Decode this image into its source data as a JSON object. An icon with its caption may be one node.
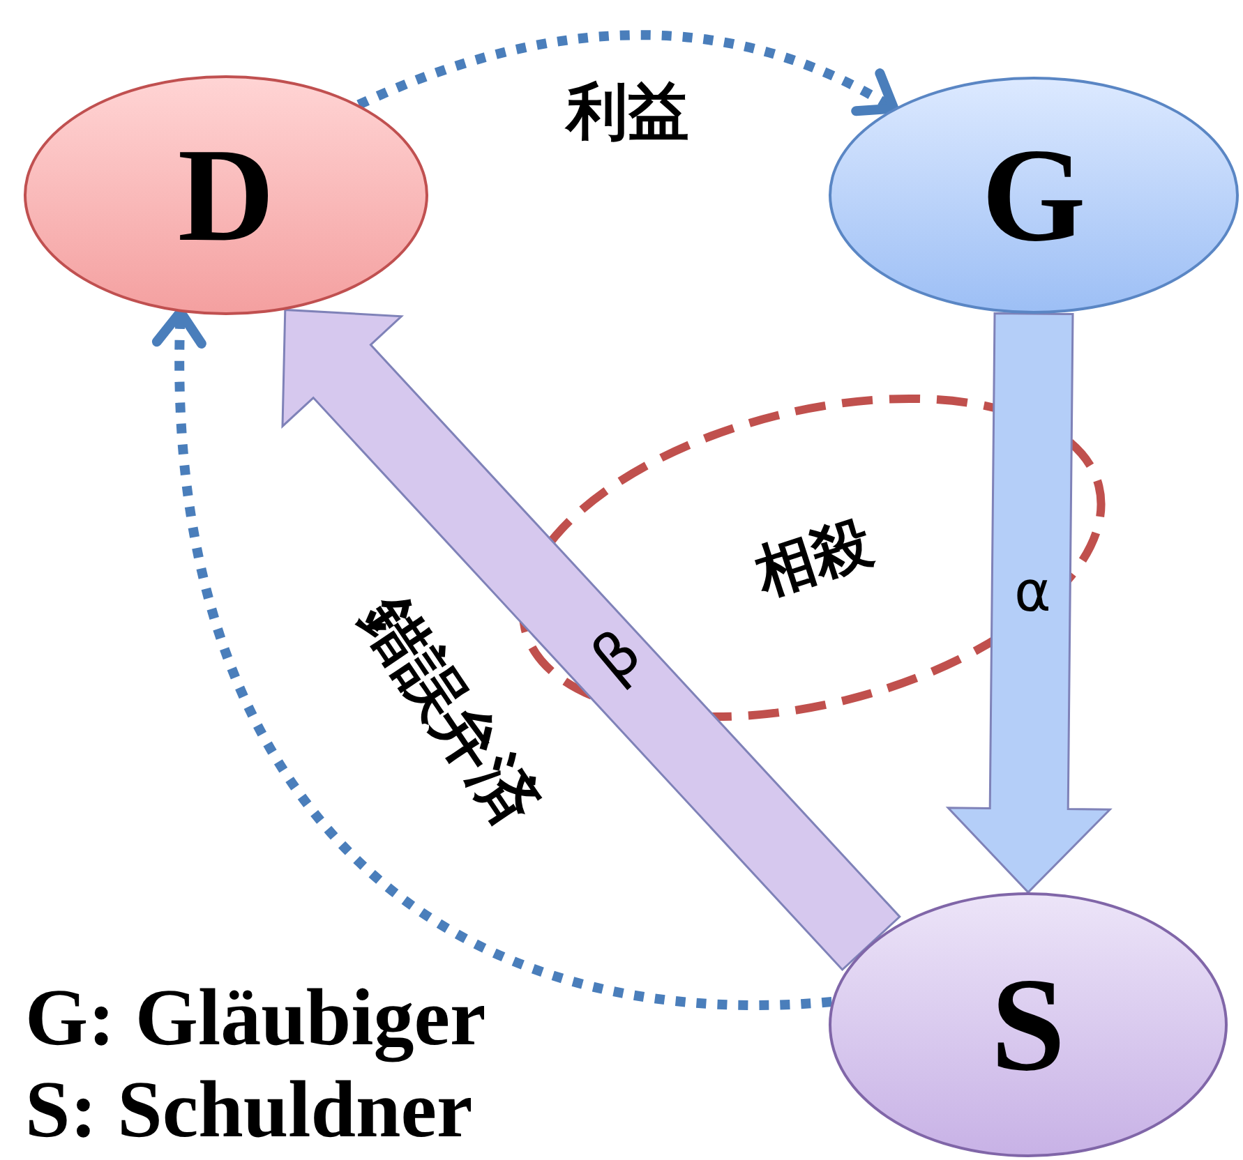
{
  "diagram": {
    "nodes": [
      {
        "text": [
          "D"
        ]
      },
      {
        "text": [
          "G"
        ]
      },
      {
        "text": [
          "S"
        ]
      }
    ],
    "edges": [
      {
        "from": 0,
        "to": 1,
        "arrow": "to",
        "label": "利益",
        "style": "dashed",
        "color": "#4a7ebb"
      },
      {
        "from": 1,
        "to": 2,
        "arrow": "to",
        "label": "α",
        "style": "thick",
        "color": "#b4cef8"
      },
      {
        "from": 2,
        "to": 0,
        "arrow": "to",
        "label": "β",
        "style": "thick",
        "color": "#d6c8ee"
      },
      {
        "from": 2,
        "to": 0,
        "arrow": "to",
        "label": "錯誤弁済",
        "style": "dashed",
        "color": "#4a7ebb"
      }
    ],
    "labels": [
      "相殺",
      "G: Gläubiger",
      "S: Schuldner"
    ]
  }
}
